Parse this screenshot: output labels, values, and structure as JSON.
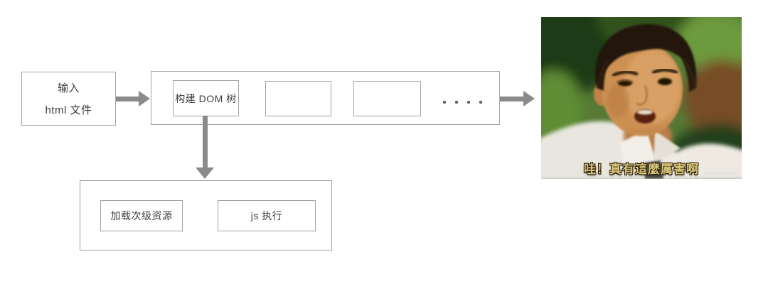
{
  "flow": {
    "input_box": {
      "line1": "输入",
      "line2": "html 文件"
    },
    "pipeline": {
      "dom_box_label": "构建 DOM 树"
    },
    "subtask_box": {
      "load_label": "加载次级资源",
      "js_label": "js 执行"
    },
    "meme": {
      "caption": "哇！真有這麼厲害啊"
    }
  },
  "colors": {
    "box_border": "#a2a2a2",
    "arrow": "#8a8a8a",
    "text": "#3d3d3d",
    "caption_fill": "#d9c67a",
    "caption_outline": "#231503"
  }
}
